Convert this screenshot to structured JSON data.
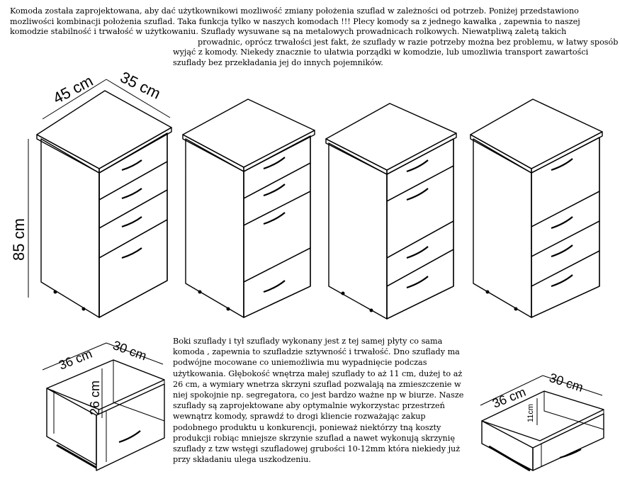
{
  "intro": {
    "lines": [
      "Komoda  została zaprojektowana, aby dać użytkownikowi mozliwość zmiany położenia szuflad w zależności od potrzeb.  Poniżej przedstawiono",
      "mozliwości kombinacji położenia szuflad.  Taka funkcja tylko w naszych komodach !!!   Plecy komody sa z jednego kawałka , zapewnia  to naszej",
      "komodzie stabilność  i trwałość w użytkowaniu. Szuflady wysuwane są na metalowych prowadnicach rolkowych. Niewatpliwą zaletą takich",
      "prowadnic, oprócz trwałości jest fakt, że szuflady w razie potrzeby można bez problemu, w łatwy sposób",
      "wyjąć z komody.  Niekedy znacznie to ułatwia porządki w komodzie, lub umozliwia transport zawartości",
      "szuflady bez przekładania  jej do innych pojemników."
    ]
  },
  "description": {
    "lines": [
      "Boki szuflady i tył szuflady wykonany    jest z tej samej płyty co sama",
      "komoda , zapewnia to szufladzie sztywność i trwałość. Dno szuflady ma",
      "podwójne mocowane  co uniemożliwia mu wypadnięcie        podczas",
      "użytkowania. Głębokość wnętrza małej szuflady to aż 11 cm, dużej to aż",
      "26 cm,    a wymiary wnetrza skrzyni szuflad pozwalają na zmieszczenie w",
      "niej spokojnie np. segregatora,  co jest bardzo ważne np w biurze. Nasze",
      "szuflady są zaprojektowane aby optymalnie wykorzystac przestrzeń",
      "wewnątrz komody, sprawdź to drogi kliencie rozważając zakup",
      "podobnego produktu u konkurencji, ponieważ niektórzy tną koszty",
      "produkcji robiąc mniejsze skrzynie szuflad a nawet wykonują skrzynię",
      "szuflady z tzw wstęgi szufladowej grubości 10-12mm która niekiedy już",
      "przy składaniu ulega uszkodzeniu."
    ]
  },
  "dimensions": {
    "width": "45 cm",
    "depth": "35 cm",
    "height": "85 cm",
    "large_drawer_width": "36 cm",
    "large_drawer_depth": "30 cm",
    "large_drawer_height": "26 cm",
    "small_drawer_width": "36 cm",
    "small_drawer_depth": "30 cm",
    "small_drawer_height": "11cm"
  }
}
